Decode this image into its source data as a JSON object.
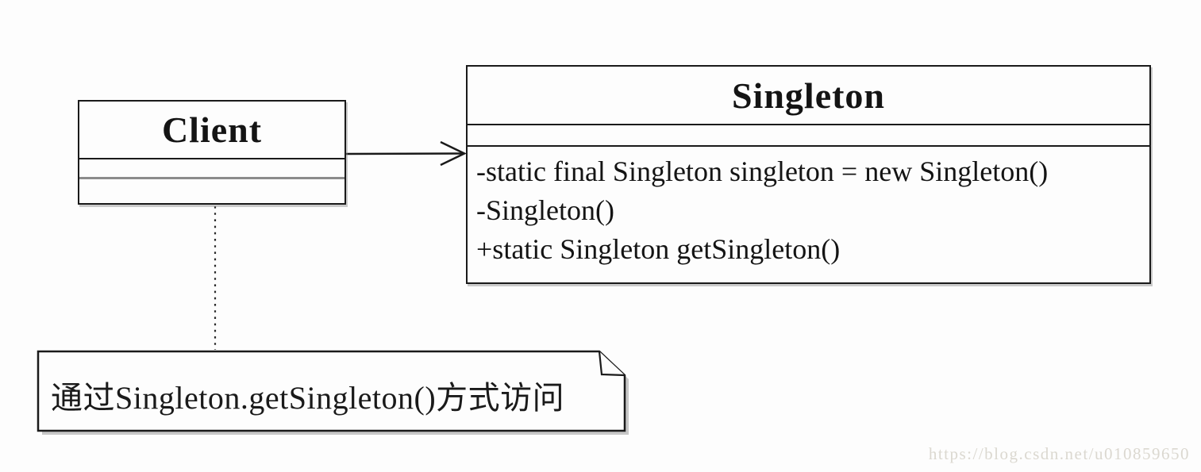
{
  "diagram": {
    "type": "uml-class-diagram",
    "classes": [
      {
        "name": "Client",
        "attributes": [],
        "operations": []
      },
      {
        "name": "Singleton",
        "attributes": [],
        "operations": [
          "-static final Singleton singleton = new Singleton()",
          "-Singleton()",
          "+static Singleton getSingleton()"
        ]
      }
    ],
    "note": {
      "text": "通过Singleton.getSingleton()方式访问"
    },
    "relations": [
      {
        "from": "Client",
        "to": "Singleton",
        "type": "directed-association-arrow"
      },
      {
        "from": "Client",
        "to": "note",
        "type": "dotted-anchor-line"
      }
    ]
  },
  "watermark": {
    "text": "https://blog.csdn.net/u010859650"
  },
  "colors": {
    "line": "#1a1a1a",
    "divider_gray": "#8b8b8b",
    "shadow": "#9a9a9a",
    "background": "#fdfdfd",
    "watermark_text": "#dbd8d0"
  }
}
